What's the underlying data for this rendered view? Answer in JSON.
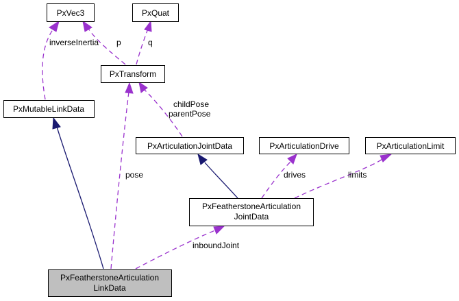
{
  "diagram": {
    "type": "collaboration-graph",
    "colors": {
      "usage_edge": "#9a32cd",
      "inheritance_edge": "#191970",
      "focus_node_fill": "#bfbfbf",
      "node_fill": "#ffffff"
    },
    "nodes": {
      "vec3": {
        "lines": [
          "PxVec3"
        ]
      },
      "quat": {
        "lines": [
          "PxQuat"
        ]
      },
      "transform": {
        "lines": [
          "PxTransform"
        ]
      },
      "mutable": {
        "lines": [
          "PxMutableLinkData"
        ]
      },
      "jointdata": {
        "lines": [
          "PxArticulationJointData"
        ]
      },
      "drive": {
        "lines": [
          "PxArticulationDrive"
        ]
      },
      "limit": {
        "lines": [
          "PxArticulationLimit"
        ]
      },
      "fjoint": {
        "lines": [
          "PxFeatherstoneArticulation",
          "JointData"
        ]
      },
      "flink": {
        "lines": [
          "PxFeatherstoneArticulation",
          "LinkData"
        ],
        "focus": true
      }
    },
    "edges": {
      "inverseInertia": {
        "from": "mutable",
        "to": "vec3",
        "kind": "usage",
        "label": [
          "inverseInertia"
        ]
      },
      "p": {
        "from": "transform",
        "to": "vec3",
        "kind": "usage",
        "label": [
          "p"
        ]
      },
      "q": {
        "from": "transform",
        "to": "quat",
        "kind": "usage",
        "label": [
          "q"
        ]
      },
      "poses": {
        "from": "jointdata",
        "to": "transform",
        "kind": "usage",
        "label": [
          "childPose",
          "parentPose"
        ]
      },
      "pose": {
        "from": "flink",
        "to": "transform",
        "kind": "usage",
        "label": [
          "pose"
        ]
      },
      "drives": {
        "from": "fjoint",
        "to": "drive",
        "kind": "usage",
        "label": [
          "drives"
        ]
      },
      "limits": {
        "from": "fjoint",
        "to": "limit",
        "kind": "usage",
        "label": [
          "limits"
        ]
      },
      "inboundJoint": {
        "from": "flink",
        "to": "fjoint",
        "kind": "usage",
        "label": [
          "inboundJoint"
        ]
      },
      "inherit_mutable": {
        "from": "flink",
        "to": "mutable",
        "kind": "inheritance",
        "label": []
      },
      "inherit_joint": {
        "from": "fjoint",
        "to": "jointdata",
        "kind": "inheritance",
        "label": []
      }
    }
  }
}
